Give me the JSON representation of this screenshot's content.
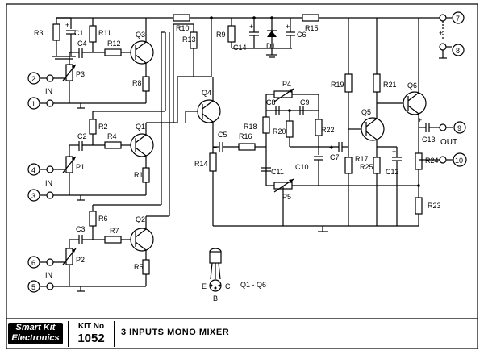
{
  "title": "3  INPUTS  MONO MIXER",
  "brand": {
    "line1": "Smart Kit",
    "line2": "Electronics"
  },
  "kit": {
    "label": "KIT No",
    "number": "1052"
  },
  "components": {
    "R1": "R1",
    "R2": "R2",
    "R3": "R3",
    "R4": "R4",
    "R5": "R5",
    "R6": "R6",
    "R7": "R7",
    "R8": "R8",
    "R9": "R9",
    "R10": "R10",
    "R11": "R11",
    "R12": "R12",
    "R13": "R13",
    "R14": "R14",
    "R15": "R15",
    "R16": "R16",
    "R17": "R17",
    "R18": "R18",
    "R19": "R19",
    "R20": "R20",
    "R21": "R21",
    "R22": "R22",
    "R23": "R23",
    "R24": "R24",
    "R25": "R25",
    "C1": "C1",
    "C2": "C2",
    "C3": "C3",
    "C4": "C4",
    "C5": "C5",
    "C6": "C6",
    "C7": "C7",
    "C8": "C8",
    "C9": "C9",
    "C10": "C10",
    "C11": "C11",
    "C12": "C12",
    "C13": "C13",
    "C14": "C14",
    "P1": "P1",
    "P2": "P2",
    "P3": "P3",
    "P4": "P4",
    "P5": "P5",
    "Q1": "Q1",
    "Q2": "Q2",
    "Q3": "Q3",
    "Q4": "Q4",
    "Q5": "Q5",
    "Q6": "Q6",
    "D1": "D1"
  },
  "terminals": {
    "t1": "1",
    "t2": "2",
    "t3": "3",
    "t4": "4",
    "t5": "5",
    "t6": "6",
    "t7": "7",
    "t8": "8",
    "t9": "9",
    "t10": "10"
  },
  "labels": {
    "in": "IN",
    "out": "OUT",
    "plus": "+",
    "pinout": "Q1 - Q6",
    "pin_e": "E",
    "pin_b": "B",
    "pin_c": "C"
  }
}
